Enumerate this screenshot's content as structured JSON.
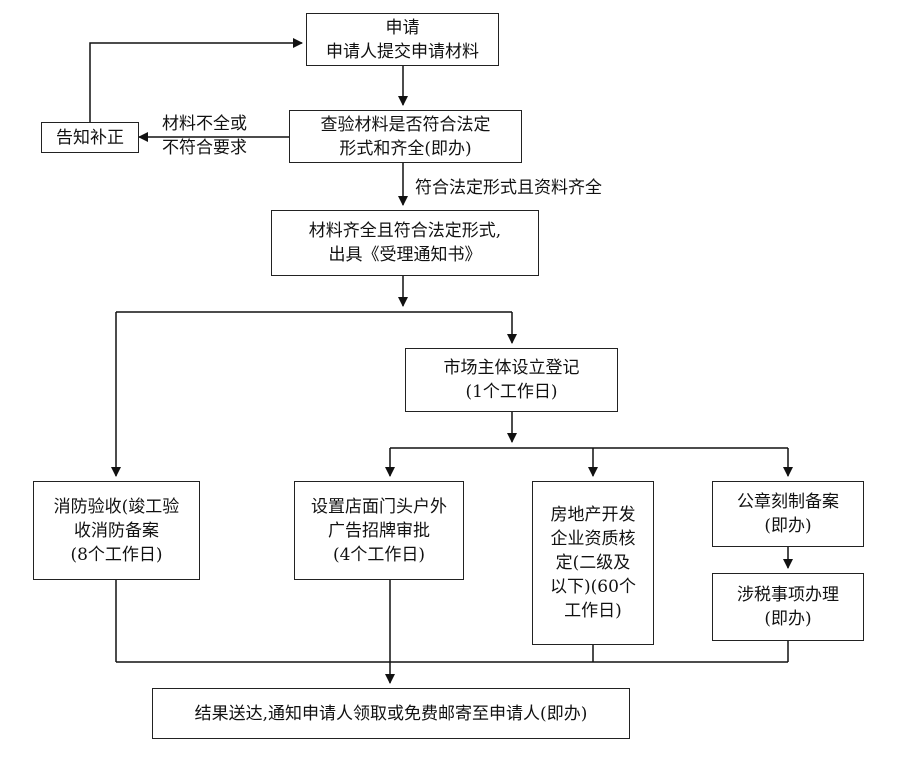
{
  "boxes": {
    "apply": {
      "line1": "申请",
      "line2": "申请人提交申请材料"
    },
    "notify_correct": {
      "line1": "告知补正"
    },
    "check": {
      "line1": "查验材料是否符合法定",
      "line2": "形式和齐全(即办)"
    },
    "accept": {
      "line1": "材料齐全且符合法定形式,",
      "line2": "出具《受理通知书》"
    },
    "register": {
      "line1": "市场主体设立登记",
      "line2": "(1个工作日)"
    },
    "fire": {
      "line1": "消防验收(竣工验",
      "line2": "收消防备案",
      "line3": "(8个工作日)"
    },
    "signboard": {
      "line1": "设置店面门头户外",
      "line2": "广告招牌审批",
      "line3": "(4个工作日)"
    },
    "realestate": {
      "line1": "房地产开发",
      "line2": "企业资质核",
      "line3": "定(二级及",
      "line4": "以下)(60个",
      "line5": "工作日)"
    },
    "seal": {
      "line1": "公章刻制备案",
      "line2": "(即办)"
    },
    "tax": {
      "line1": "涉税事项办理",
      "line2": "(即办)"
    },
    "result": {
      "line1": "结果送达,通知申请人领取或免费邮寄至申请人(即办)"
    }
  },
  "labels": {
    "incomplete": {
      "line1": "材料不全或",
      "line2": "不符合要求"
    },
    "complete": "符合法定形式且资料齐全"
  }
}
